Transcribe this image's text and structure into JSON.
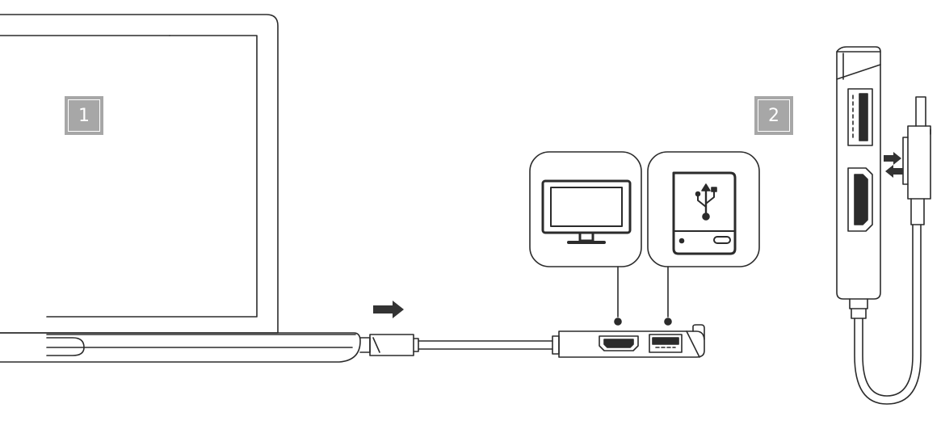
{
  "steps": [
    {
      "label": "1"
    },
    {
      "label": "2"
    }
  ],
  "devices": {
    "monitor": "monitor-icon",
    "usb_drive": "usb-drive-icon",
    "laptop": "laptop-icon",
    "hub": "usb-c-hub",
    "ports": [
      "hdmi-port",
      "usb-a-port"
    ]
  },
  "colors": {
    "stroke": "#2b2b2b",
    "label_bg": "#a7a7a7",
    "icon_tile_border": "#3a3a3a",
    "arrow_fill": "#333333"
  }
}
